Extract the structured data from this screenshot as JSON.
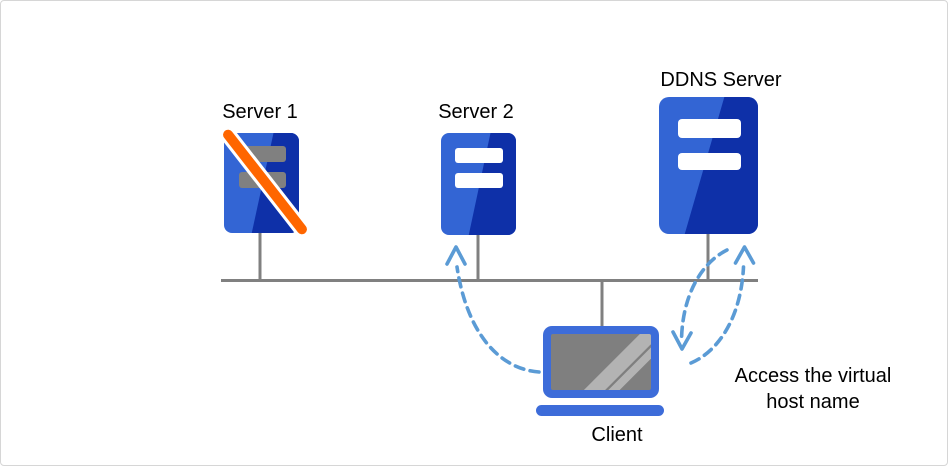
{
  "diagram": {
    "nodes": {
      "server1": {
        "label": "Server 1",
        "icon": "server-offline-icon",
        "status": "offline"
      },
      "server2": {
        "label": "Server 2",
        "icon": "server-icon"
      },
      "ddns_server": {
        "label": "DDNS Server",
        "icon": "server-icon"
      },
      "client": {
        "label": "Client",
        "icon": "laptop-icon"
      }
    },
    "annotation": {
      "text": "Access the virtual\nhost name"
    },
    "connections": {
      "bus": "network-bus",
      "arrows": [
        "client-to-server2",
        "ddns-to-client",
        "client-to-ddns"
      ]
    },
    "colors": {
      "server_light": "#3365D4",
      "server_dark": "#0E30A8",
      "slot_white": "#FFFFFF",
      "slot_gray": "#808080",
      "slash_orange": "#FF6600",
      "slash_outline": "#FFFFFF",
      "line_gray": "#808080",
      "arrow_blue": "#5B9BD5",
      "laptop_blue": "#3D6CD9",
      "screen_gray": "#7F7F7F",
      "stripe_gray": "#B3B3B3",
      "text_black": "#000000",
      "canvas_border": "#D6D6D6"
    }
  }
}
